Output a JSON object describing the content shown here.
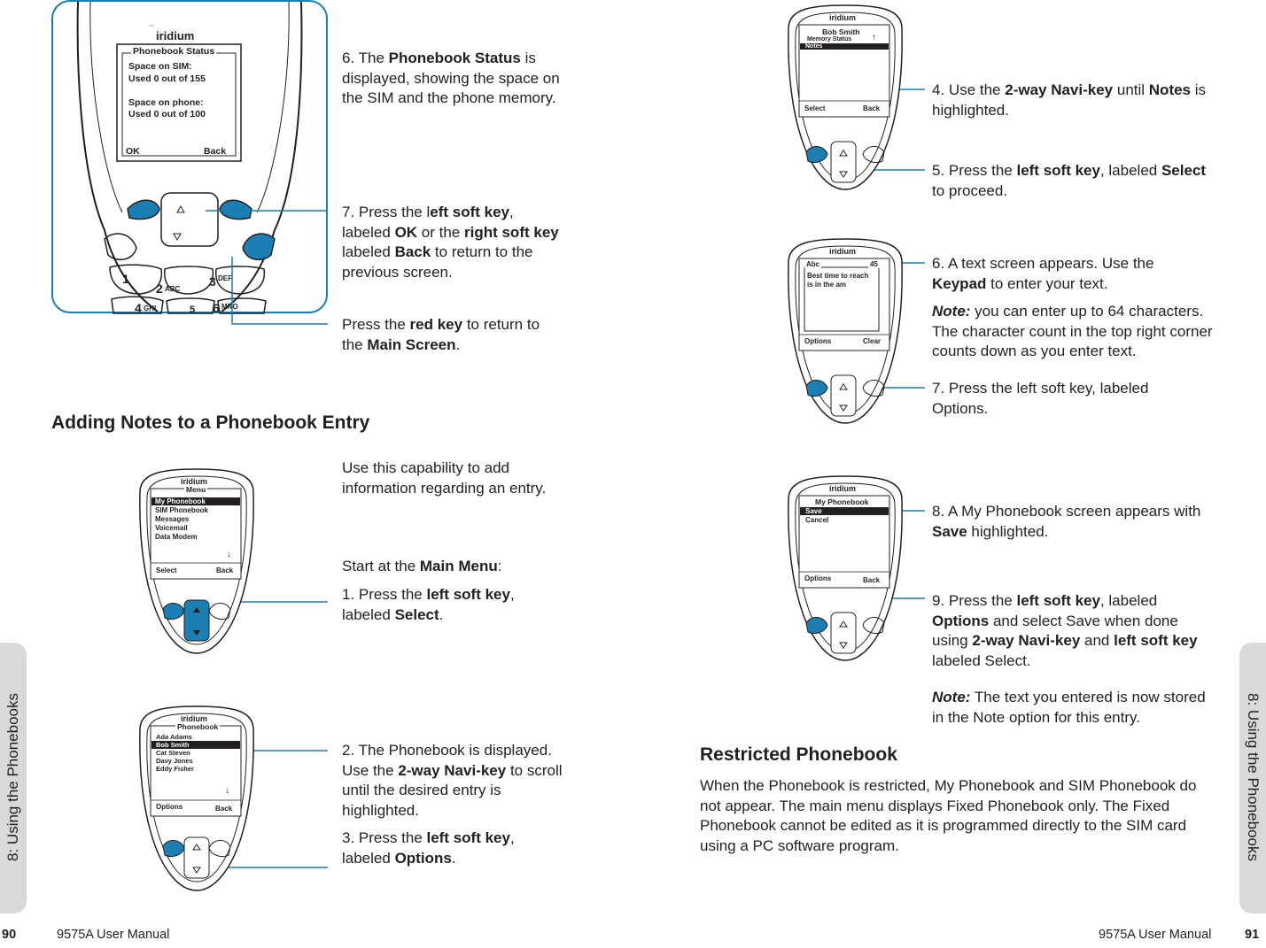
{
  "side_tabs": {
    "left": "8: Using the Phonebooks",
    "right": "8: Using the Phonebooks"
  },
  "footer": {
    "left_page": "90",
    "left_title": "9575A User Manual",
    "right_title": "9575A User Manual",
    "right_page": "91"
  },
  "brand": "iridium",
  "colors": {
    "key_blue": "#1b7fb3",
    "side_tab": "#d9d9da"
  },
  "left": {
    "status_phone": {
      "title": "Phonebook Status",
      "line1": "Space on SIM:",
      "line2": "Used 0 out of 155",
      "line3": "Space on phone:",
      "line4": "Used 0 out of 100",
      "soft_left": "OK",
      "soft_right": "Back",
      "keys": [
        "1",
        "2",
        "ABC",
        "3",
        "DEF",
        "4",
        "GHI",
        "5",
        "6",
        "MNO"
      ]
    },
    "step6": {
      "num": "6.",
      "pre": "The ",
      "b1": "Phonebook Status",
      "post": " is displayed, showing the space on the SIM and the phone memory."
    },
    "step7": {
      "num": "7.",
      "p1": "Press the l",
      "b1": "eft soft key",
      "p2": ", labeled ",
      "b2": "OK",
      "p3": " or the ",
      "b3": "right soft key",
      "p4": " labeled ",
      "b4": "Back",
      "p5": " to return to the previous screen."
    },
    "red_key": {
      "p1": "Press the ",
      "b1": "red key",
      "p2": " to return to the ",
      "b2": "Main Screen",
      "p3": "."
    },
    "heading": "Adding Notes to a Phonebook Entry",
    "intro": "Use this capability to add information regarding an entry.",
    "start": {
      "p1": "Start at the ",
      "b1": "Main Menu",
      "p2": ":"
    },
    "step1": {
      "num": "1.",
      "p1": "Press the ",
      "b1": "left soft key",
      "p2": ", labeled ",
      "b2": "Select",
      "p3": "."
    },
    "menu_phone": {
      "title": "Menu",
      "items": [
        "My Phonebook",
        "SIM Phonebook",
        "Messages",
        "Voicemail",
        "Data Modem"
      ],
      "soft_left": "Select",
      "soft_right": "Back"
    },
    "step2": {
      "num": "2.",
      "p1": "The Phonebook is displayed. Use the ",
      "b1": "2-way Navi-key",
      "p2": " to scroll until the desired entry is highlighted."
    },
    "step3": {
      "num": "3.",
      "p1": "Press the ",
      "b1": "left soft key",
      "p2": ", labeled ",
      "b2": "Options",
      "p3": "."
    },
    "pb_phone": {
      "title": "Phonebook",
      "items": [
        "Ada Adams",
        "Bob Smith",
        "Cat Steven",
        "Davy Jones",
        "Eddy Fisher"
      ],
      "soft_left": "Options",
      "soft_right": "Back"
    }
  },
  "right": {
    "notes_phone": {
      "title": "Bob Smith",
      "items": [
        "Memory Status",
        "Notes"
      ],
      "soft_left": "Select",
      "soft_right": "Back"
    },
    "step4": {
      "num": "4.",
      "p1": "Use the ",
      "b1": "2-way Navi-key",
      "p2": " until ",
      "b2": "Notes",
      "p3": " is highlighted."
    },
    "step5": {
      "num": "5.",
      "p1": "Press the ",
      "b1": "left soft key",
      "p2": ", labeled ",
      "b2": "Select",
      "p3": " to proceed."
    },
    "text_phone": {
      "mode": "Abc",
      "count": "45",
      "line1": "Best time to reach",
      "line2": "is in the am",
      "soft_left": "Options",
      "soft_right": "Clear"
    },
    "step6": {
      "num": "6.",
      "p1": "A text screen appears. Use the ",
      "b1": "Keypad",
      "p2": " to enter your text."
    },
    "note1": {
      "label": "Note:",
      "text": " you can enter up to 64 characters. The character count in the top right corner counts down as you enter text."
    },
    "step7": {
      "num": "7.",
      "text": "Press the left soft key, labeled Options."
    },
    "mypb_phone": {
      "title": "My Phonebook",
      "items": [
        "Save",
        "Cancel"
      ],
      "soft_left": "Options",
      "soft_right": "Back"
    },
    "step8": {
      "num": "8.",
      "p1": "A My Phonebook screen appears with ",
      "b1": "Save",
      "p2": " highlighted."
    },
    "step9": {
      "num": "9.",
      "p1": "Press the ",
      "b1": "left soft key",
      "p2": ", labeled ",
      "b2": "Options",
      "p3": " and select Save when done using ",
      "b3": "2-way Navi-key",
      "p4": " and ",
      "b4": "left soft key",
      "p5": " labeled Select."
    },
    "note2": {
      "label": "Note:",
      "text": " The text you entered is now stored in the Note option for this entry."
    },
    "heading": "Restricted Phonebook",
    "para": "When the Phonebook is restricted, My Phonebook and SIM Phonebook do not appear. The main menu displays Fixed Phonebook only. The Fixed Phonebook cannot be edited as it is programmed directly to the SIM card using a PC software program."
  }
}
